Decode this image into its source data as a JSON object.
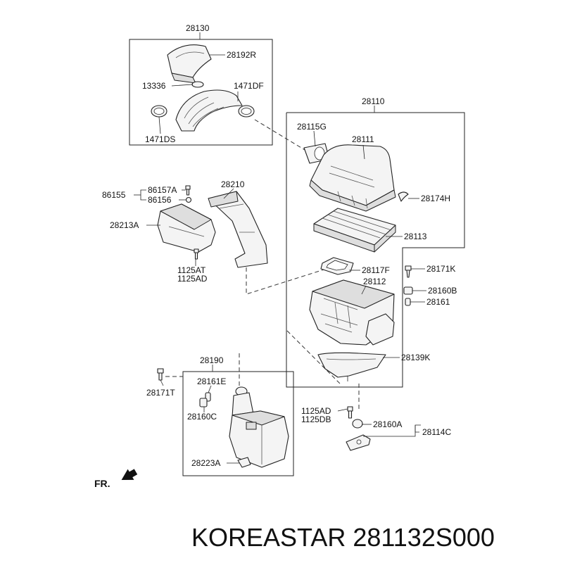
{
  "callouts": {
    "c28130": "28130",
    "c28192R": "28192R",
    "c13336": "13336",
    "c1471DF": "1471DF",
    "c1471DS": "1471DS",
    "c28110": "28110",
    "c28115G": "28115G",
    "c28111": "28111",
    "c28174H": "28174H",
    "c86155": "86155",
    "c86157A": "86157A",
    "c86156": "86156",
    "c28210": "28210",
    "c28213A": "28213A",
    "c1125AT": "1125AT",
    "c1125AD_a": "1125AD",
    "c28113": "28113",
    "c28117F": "28117F",
    "c28171K": "28171K",
    "c28112": "28112",
    "c28160B": "28160B",
    "c28161": "28161",
    "c28139K": "28139K",
    "c28190": "28190",
    "c28171T": "28171T",
    "c28161E": "28161E",
    "c28160C": "28160C",
    "c1125AD_b": "1125AD",
    "c1125DB": "1125DB",
    "c28160A": "28160A",
    "c28114C": "28114C",
    "c28223A": "28223A"
  },
  "direction_label": "FR.",
  "caption": "KOREASTAR 281132S000"
}
